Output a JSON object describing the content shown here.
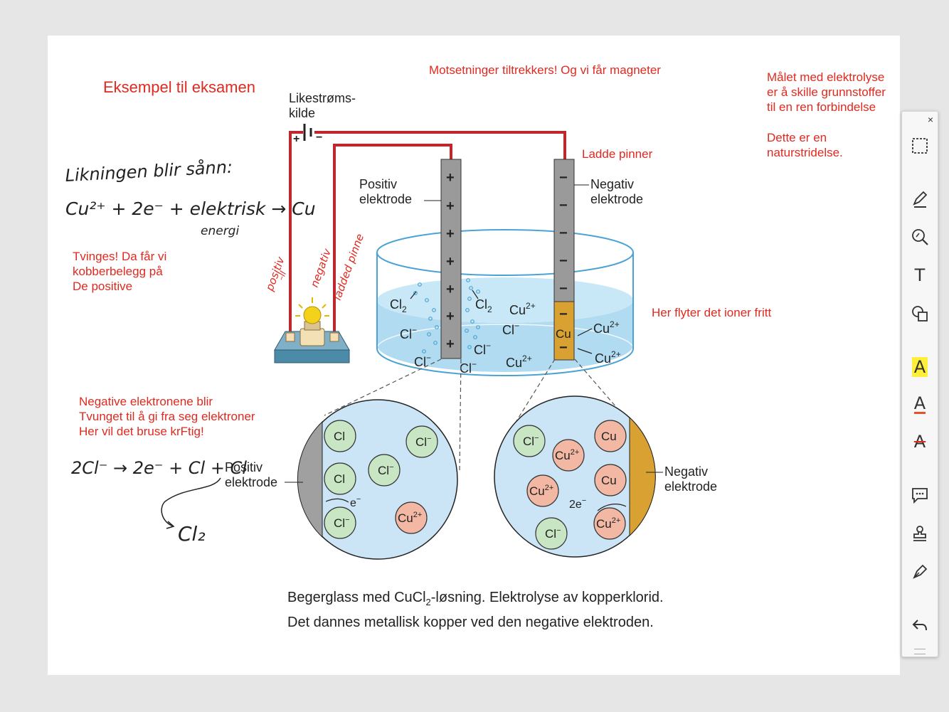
{
  "annotations": {
    "title": "Eksempel til eksamen",
    "top_note": "Motsetninger tiltrekkers! Og vi får magneter",
    "goal_line1": "Målet med elektrolyse",
    "goal_line2": "er å skille grunnstoffer",
    "goal_line3": "til en ren forbindelse",
    "nature_line1": "Dette er en",
    "nature_line2": "naturstridelse.",
    "charge_pins": "Ladde pinner",
    "ions_free": "Her flyter det ioner fritt",
    "forced_line1": "Tvinges! Da får vi",
    "forced_line2": "kobberbelegg på",
    "forced_line3": "De positive",
    "neg_line1": "Negative elektronene blir",
    "neg_line2": "Tvunget til å gi fra seg elektroner",
    "neg_line3": "Her vil det bruse krFtig!"
  },
  "handwriting": {
    "eq_intro": "Likningen blir sånn:",
    "eq_main": "Cu²⁺ + 2e⁻ + elektrisk → Cu",
    "eq_energy": "energi",
    "eq_cl": "2Cl⁻ → 2e⁻ + Cl + Cl",
    "eq_cl2": "Cl₂",
    "wire_positive": "positiv",
    "wire_positive_sub": "–ll",
    "wire_negative": "negativ",
    "wire_charged": "ladded pinne"
  },
  "diagram": {
    "source_line1": "Likestrøms-",
    "source_line2": "kilde",
    "plus": "+",
    "minus": "−",
    "pos_electrode_line1": "Positiv",
    "pos_electrode_line2": "elektrode",
    "neg_electrode_line1": "Negativ",
    "neg_electrode_line2": "elektrode",
    "cl2": "Cl",
    "cl2_sub": "2",
    "cl": "Cl",
    "cl_sup": "−",
    "cu": "Cu",
    "cu_sup": "2+",
    "e": "e",
    "two_e": "2e",
    "caption_line1a": "Begerglass med CuCl",
    "caption_sub": "2",
    "caption_line1b": "-løsning. Elektrolyse av kopperklorid.",
    "caption_line2": "Det dannes metallisk kopper ved den negative elektroden."
  },
  "toolbar": {
    "close": "×",
    "tools": [
      "select-icon",
      "pen-icon",
      "zoom-icon",
      "text-icon",
      "shapes-icon",
      "highlight-icon",
      "underline-icon",
      "strikethrough-icon",
      "comment-icon",
      "stamp-icon",
      "signature-icon",
      "undo-icon"
    ],
    "text_tool_glyph": "T",
    "highlight_glyph": "A",
    "underline_glyph": "A",
    "strike_glyph": "A",
    "colors": {
      "highlight": "#ffef3a",
      "underline": "#e8502a",
      "strike": "#e0291f"
    }
  }
}
